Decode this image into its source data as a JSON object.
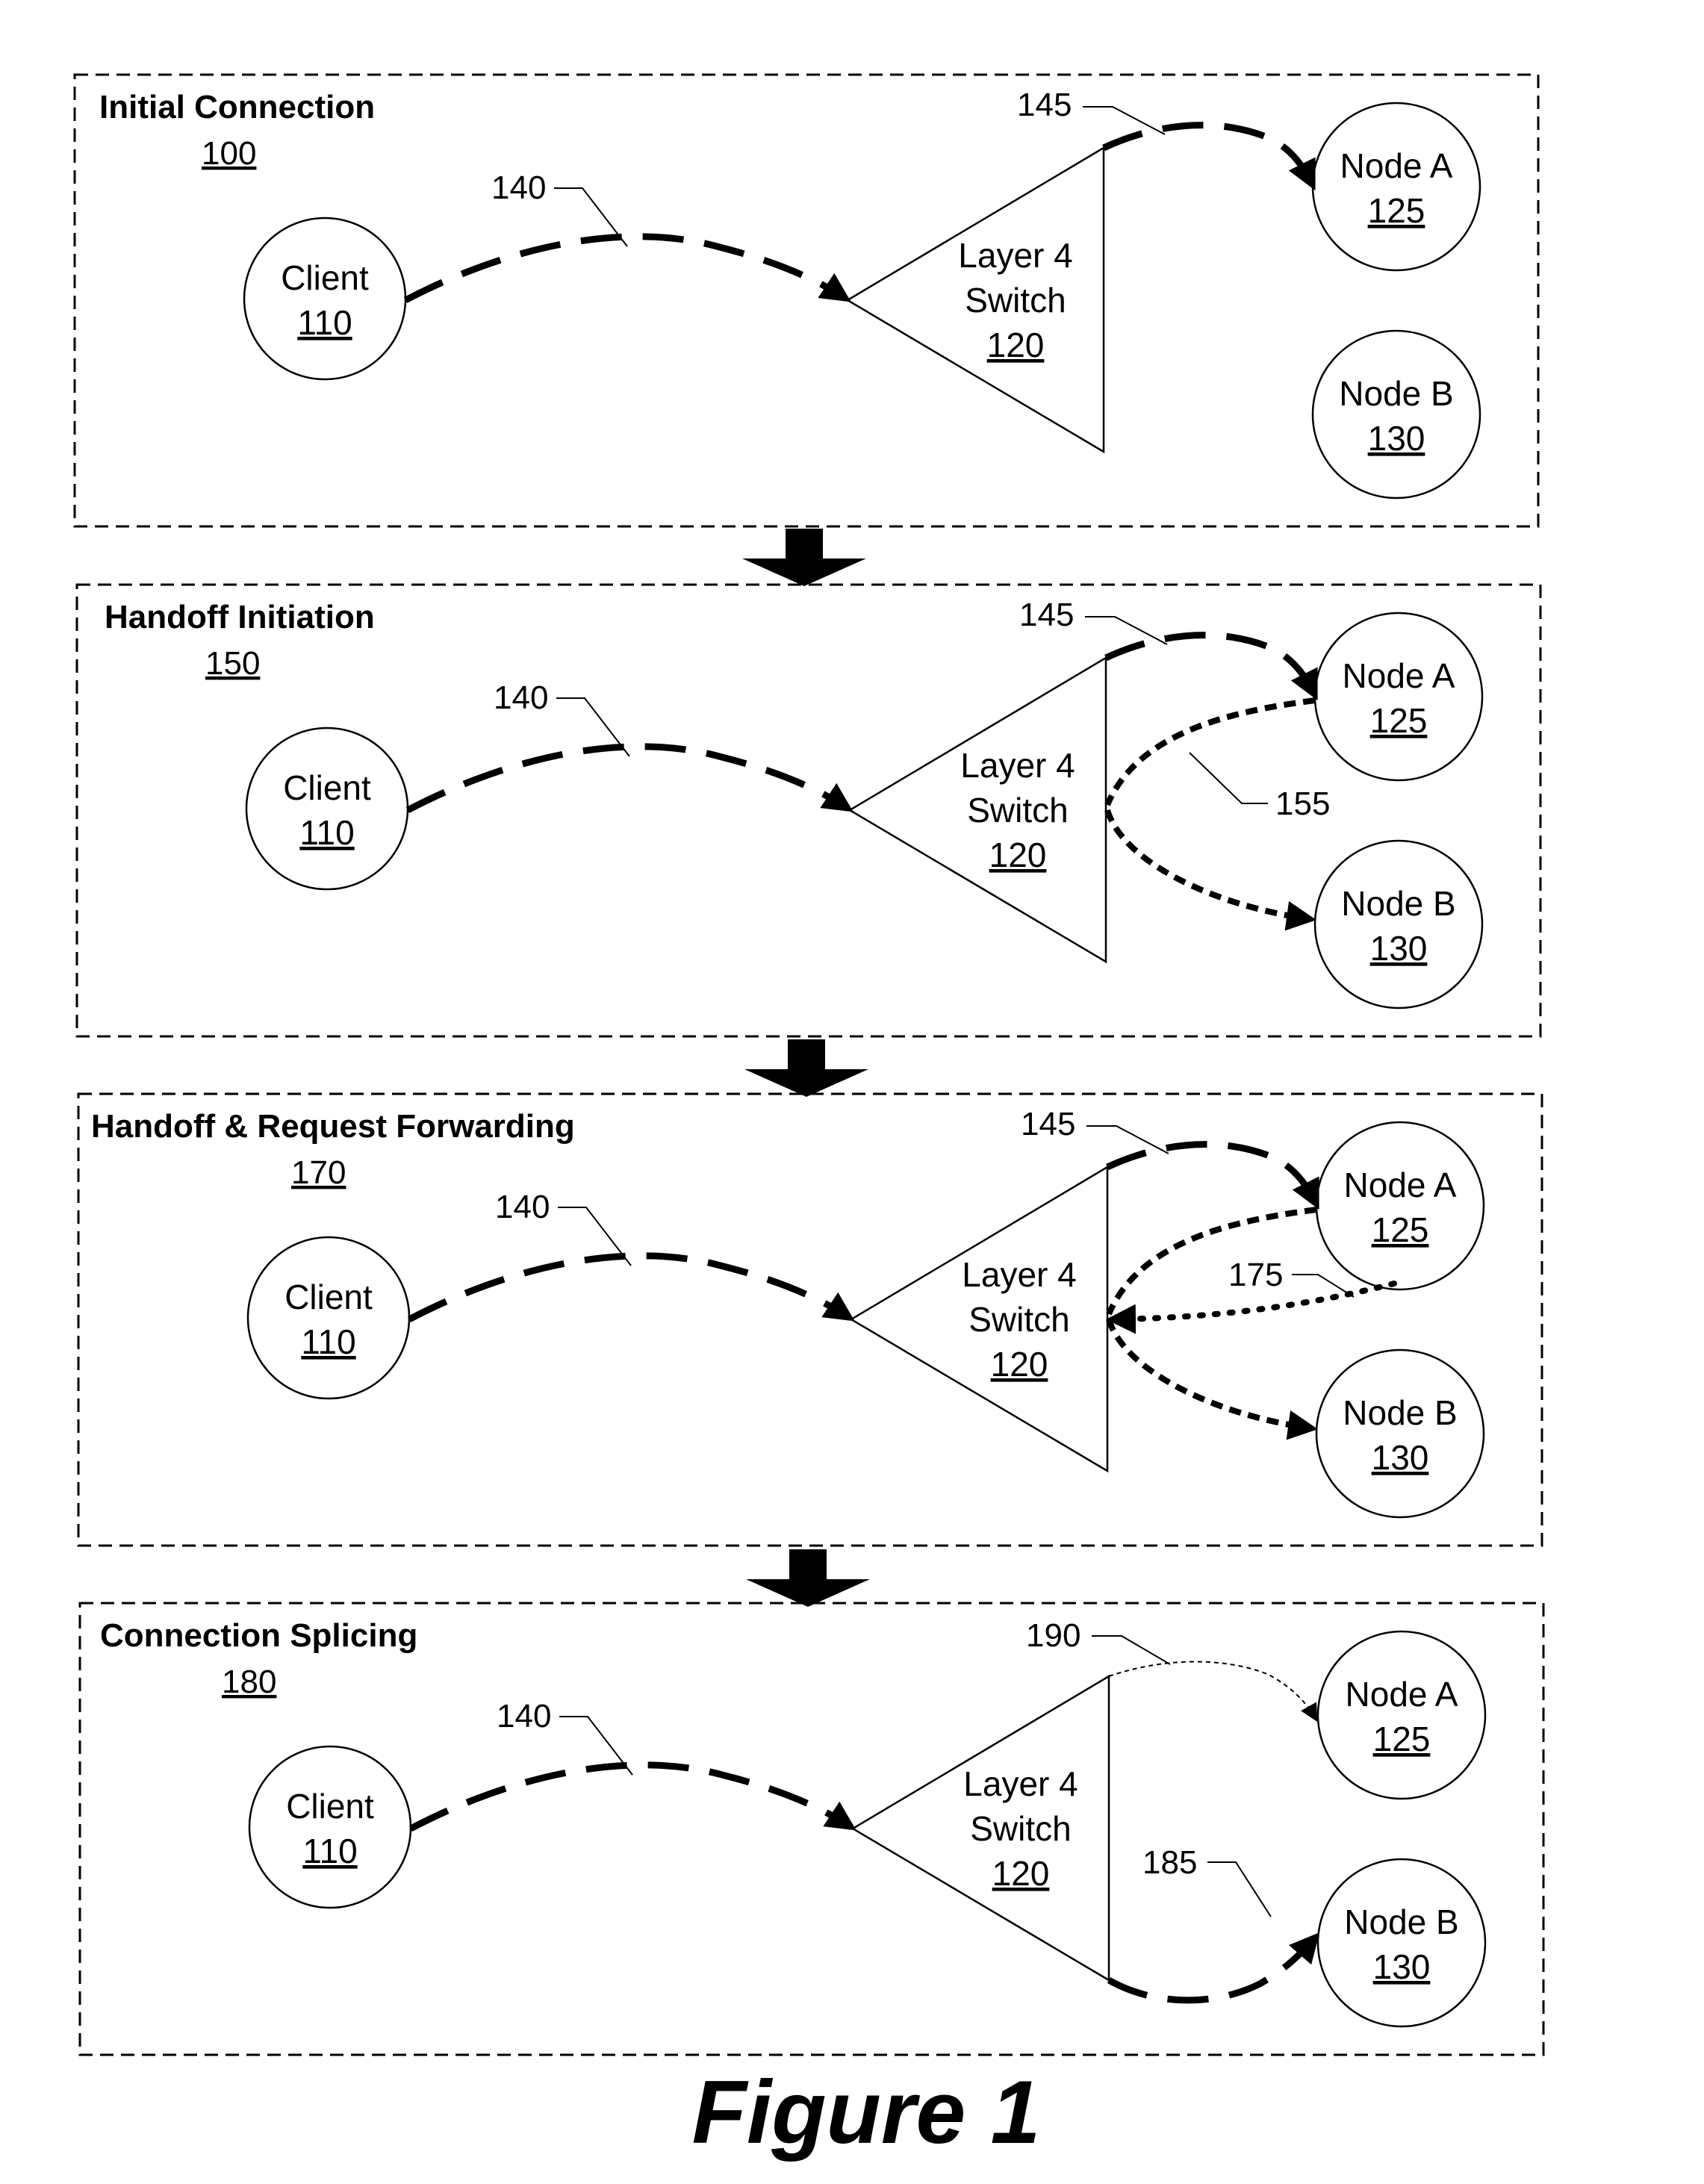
{
  "figure_caption": "Figure 1",
  "colors": {
    "ink": "#000000",
    "background": "#ffffff"
  },
  "panels": [
    {
      "title": "Initial Connection",
      "ref": "100",
      "client": {
        "name": "Client",
        "ref": "110"
      },
      "switch": {
        "line1": "Layer 4",
        "line2": "Switch",
        "ref": "120"
      },
      "node_a": {
        "name": "Node A",
        "ref": "125"
      },
      "node_b": {
        "name": "Node B",
        "ref": "130"
      },
      "labels": {
        "client_conn": "140",
        "node_a_conn": "145"
      }
    },
    {
      "title": "Handoff Initiation",
      "ref": "150",
      "client": {
        "name": "Client",
        "ref": "110"
      },
      "switch": {
        "line1": "Layer 4",
        "line2": "Switch",
        "ref": "120"
      },
      "node_a": {
        "name": "Node A",
        "ref": "125"
      },
      "node_b": {
        "name": "Node B",
        "ref": "130"
      },
      "labels": {
        "client_conn": "140",
        "node_a_conn": "145",
        "handoff": "155"
      }
    },
    {
      "title": "Handoff & Request Forwarding",
      "ref": "170",
      "client": {
        "name": "Client",
        "ref": "110"
      },
      "switch": {
        "line1": "Layer 4",
        "line2": "Switch",
        "ref": "120"
      },
      "node_a": {
        "name": "Node A",
        "ref": "125"
      },
      "node_b": {
        "name": "Node B",
        "ref": "130"
      },
      "labels": {
        "client_conn": "140",
        "node_a_conn": "145",
        "ack": "175"
      }
    },
    {
      "title": "Connection Splicing",
      "ref": "180",
      "client": {
        "name": "Client",
        "ref": "110"
      },
      "switch": {
        "line1": "Layer 4",
        "line2": "Switch",
        "ref": "120"
      },
      "node_a": {
        "name": "Node A",
        "ref": "125"
      },
      "node_b": {
        "name": "Node B",
        "ref": "130"
      },
      "labels": {
        "client_conn": "140",
        "old_conn": "190",
        "spliced_conn": "185"
      }
    }
  ]
}
